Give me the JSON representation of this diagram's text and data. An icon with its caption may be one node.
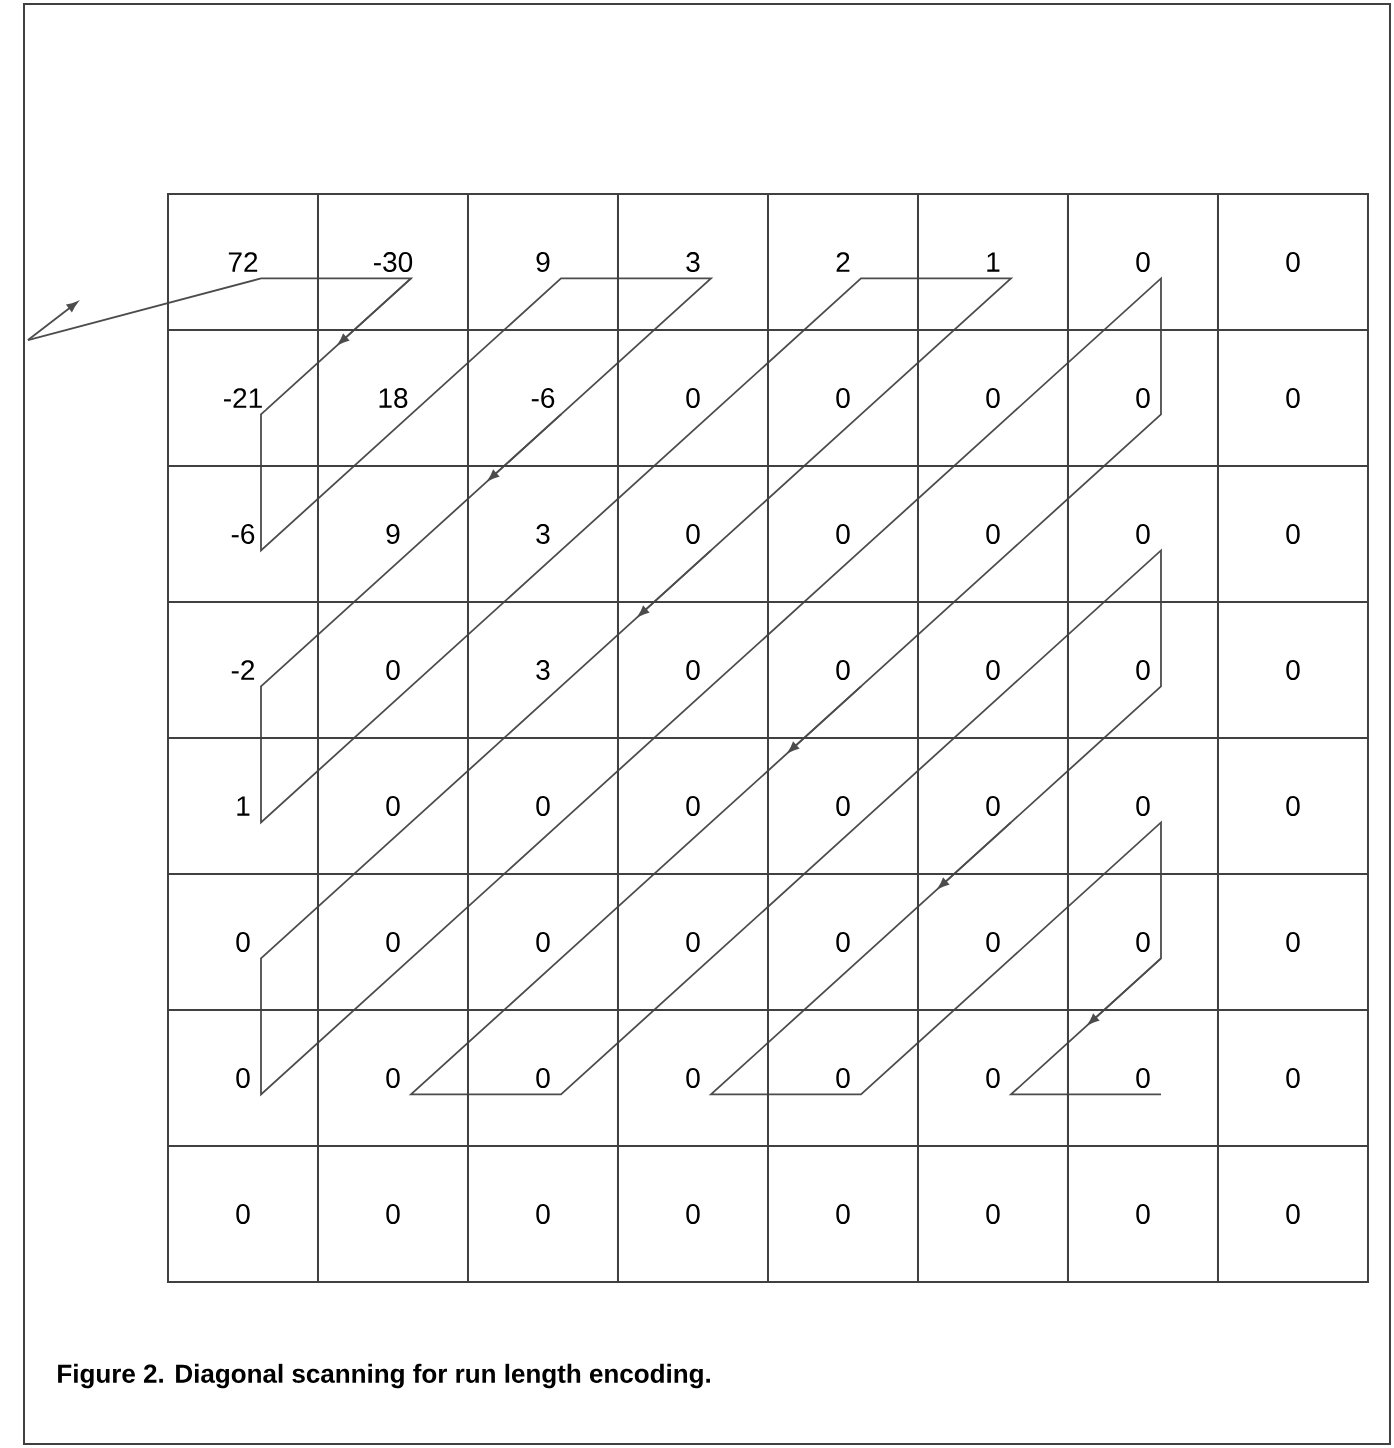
{
  "diagram": {
    "caption": "Figure 2. Diagonal scanning for run length encoding.",
    "labels": [
      "72",
      "-30",
      "9",
      "3",
      "2",
      "1",
      "0",
      "0",
      "-21",
      "18",
      "-6",
      "0",
      "0",
      "0",
      "0",
      "0",
      "-6",
      "9",
      "3",
      "0",
      "0",
      "0",
      "0",
      "0",
      "-2",
      "0",
      "3",
      "0",
      "0",
      "0",
      "0",
      "0",
      "1",
      "0",
      "0",
      "0",
      "0",
      "0",
      "0",
      "0",
      "0",
      "0",
      "0",
      "0",
      "0",
      "0",
      "0",
      "0",
      "0",
      "0",
      "0",
      "0",
      "0",
      "0",
      "0",
      "0",
      "0",
      "0",
      "0",
      "0",
      "0",
      "0",
      "0",
      "0"
    ]
  }
}
